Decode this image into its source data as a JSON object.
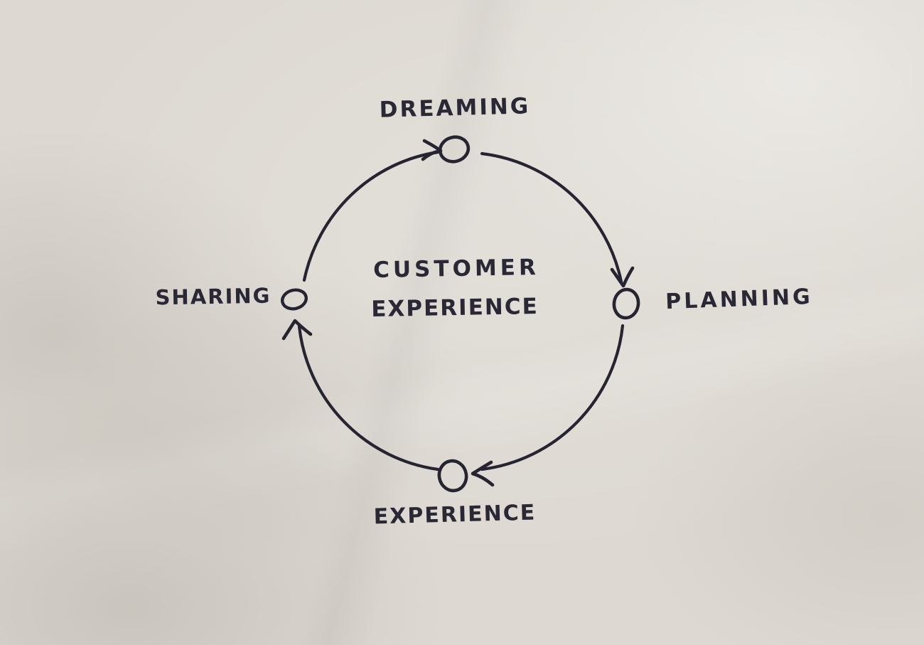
{
  "diagram": {
    "type": "cycle",
    "subject": "customer experience journey loop, hand-drawn pen sketch on paper",
    "center_label": {
      "line1": "CUSTOMER",
      "line2": "EXPERIENCE"
    },
    "nodes": [
      {
        "id": "dreaming",
        "label": "DREAMING",
        "position": "top"
      },
      {
        "id": "planning",
        "label": "PLANNING",
        "position": "right"
      },
      {
        "id": "experience",
        "label": "EXPERIENCE",
        "position": "bottom"
      },
      {
        "id": "sharing",
        "label": "SHARING",
        "position": "left"
      }
    ],
    "edges": [
      {
        "from": "sharing",
        "to": "dreaming",
        "direction": "clockwise"
      },
      {
        "from": "dreaming",
        "to": "planning",
        "direction": "clockwise"
      },
      {
        "from": "planning",
        "to": "experience",
        "direction": "clockwise"
      },
      {
        "from": "experience",
        "to": "sharing",
        "direction": "clockwise"
      }
    ],
    "colors": {
      "ink": "#262430",
      "paper": "#ddd9d2"
    }
  }
}
